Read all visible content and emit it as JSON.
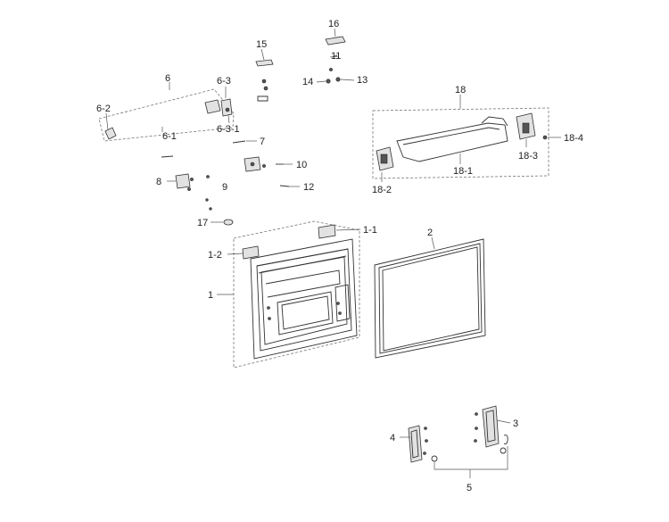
{
  "diagram": {
    "part_labels": {
      "p1": "1",
      "p1_1": "1-1",
      "p1_2": "1-2",
      "p2": "2",
      "p3": "3",
      "p4": "4",
      "p5": "5",
      "p6": "6",
      "p6_1": "6-1",
      "p6_2": "6-2",
      "p6_3": "6-3",
      "p6_3_1": "6-3-1",
      "p7": "7",
      "p8": "8",
      "p9": "9",
      "p10": "10",
      "p11": "11",
      "p12": "12",
      "p13": "13",
      "p14": "14",
      "p15": "15",
      "p16": "16",
      "p17": "17",
      "p18": "18",
      "p18_1": "18-1",
      "p18_2": "18-2",
      "p18_3": "18-3",
      "p18_4": "18-4"
    }
  }
}
